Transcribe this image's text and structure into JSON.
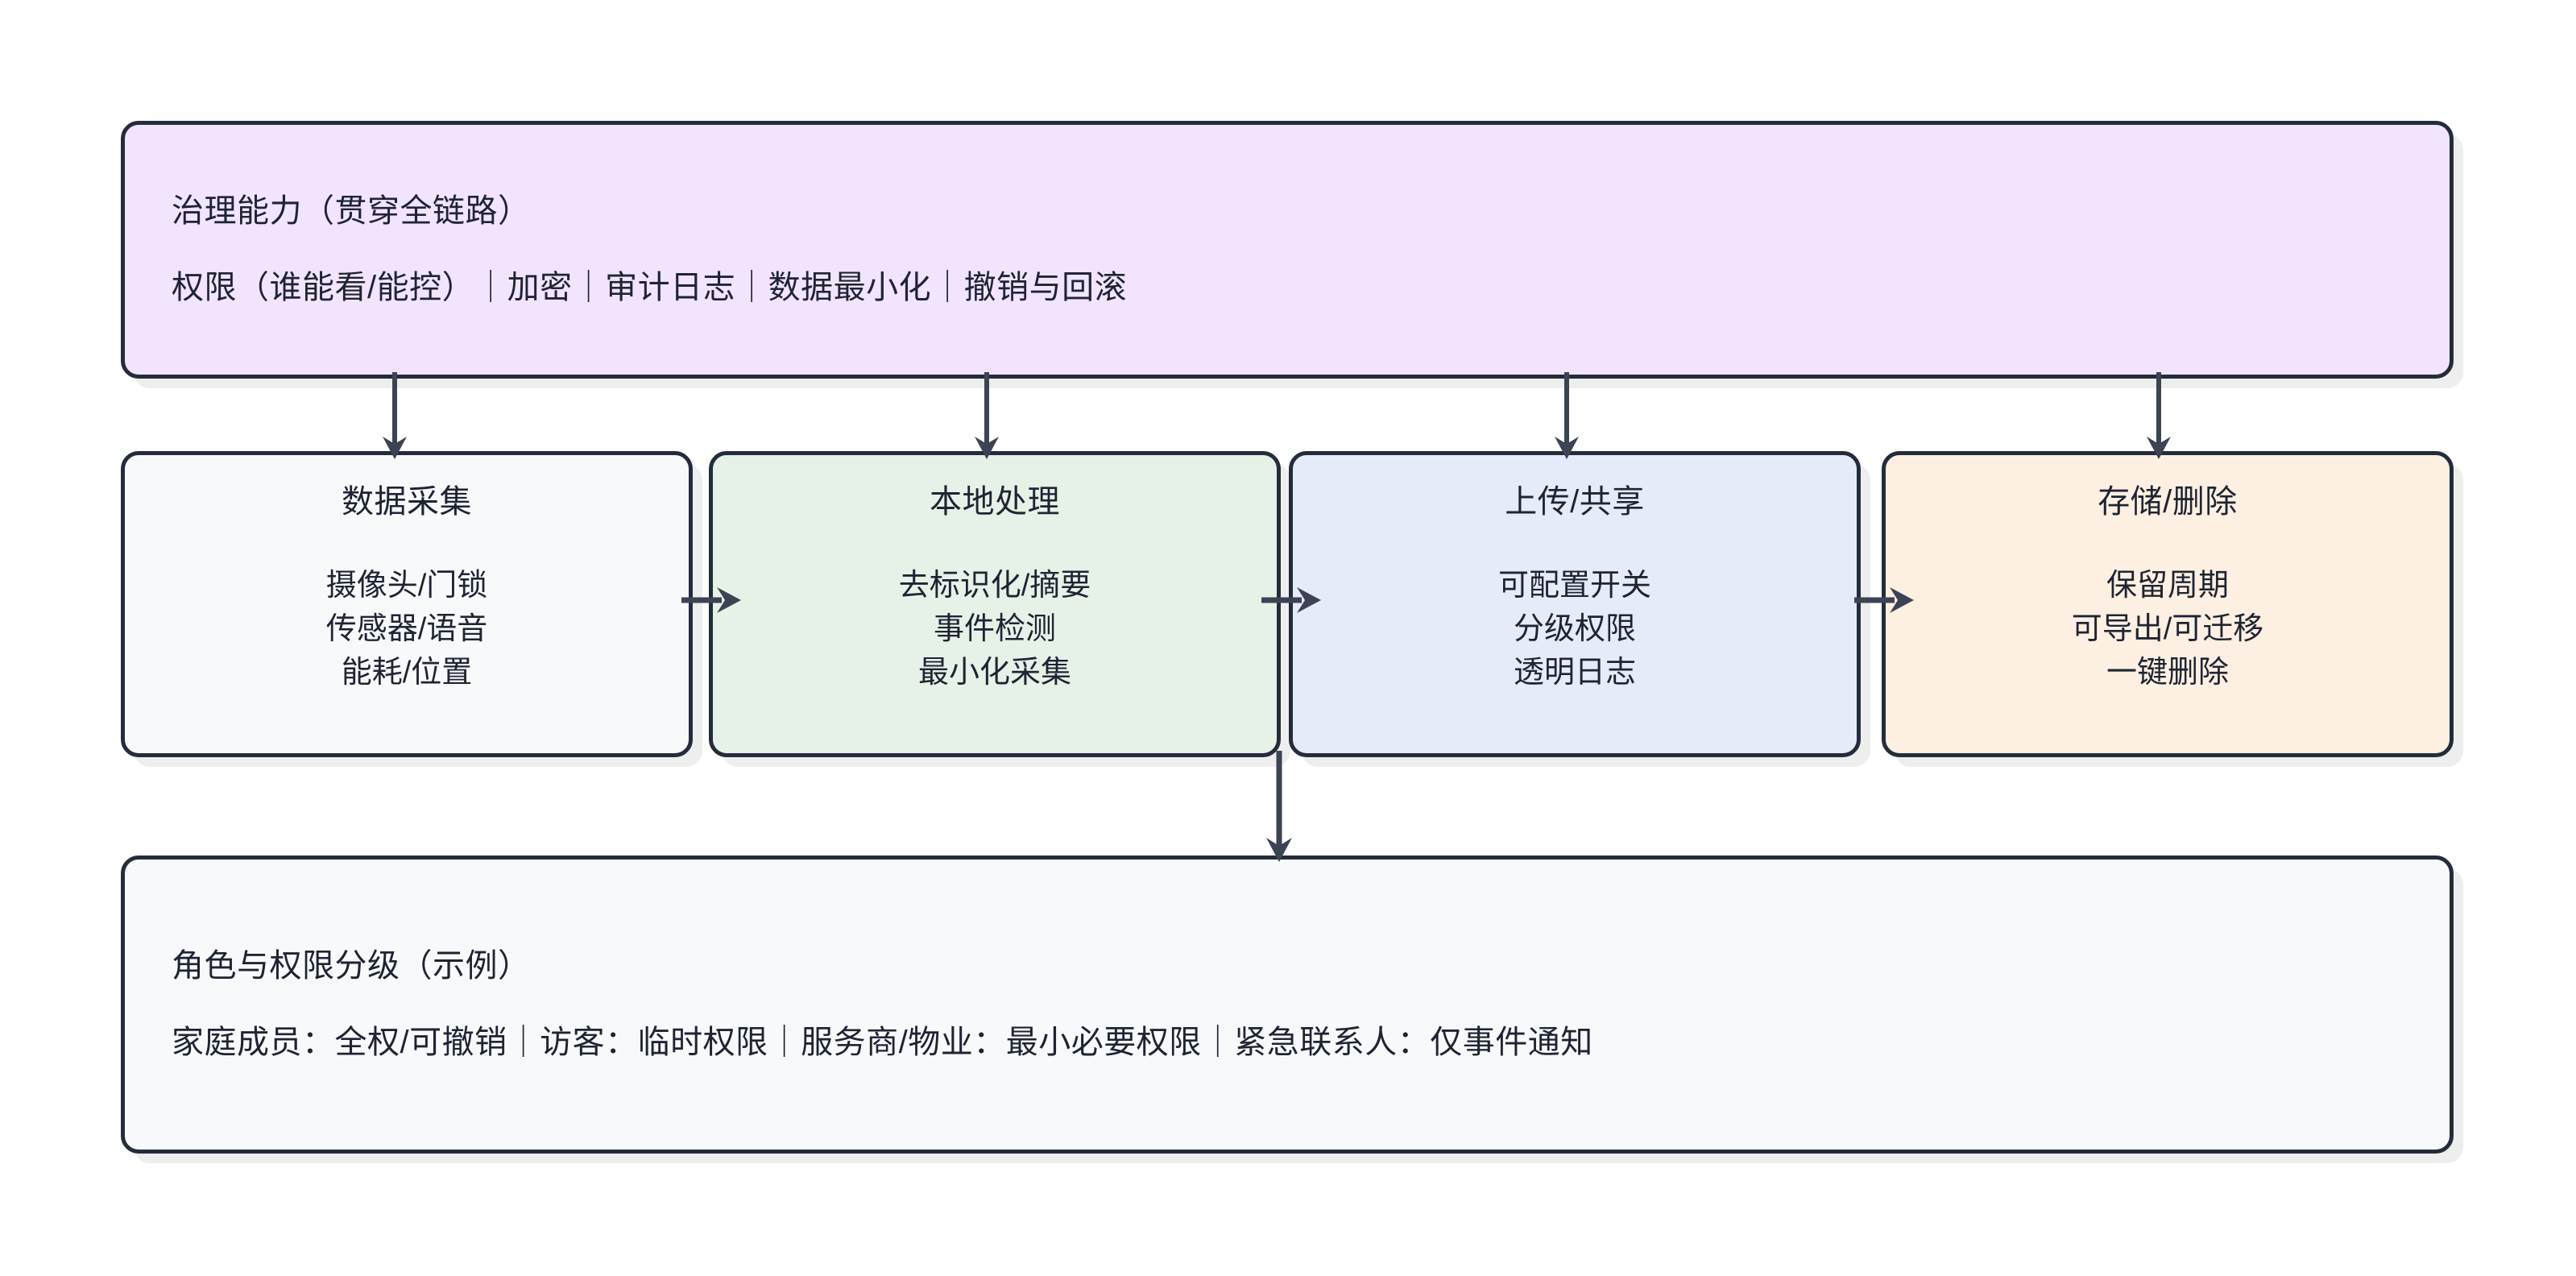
{
  "diagram": {
    "type": "flowchart",
    "orientation": "horizontal-pipeline-with-banners",
    "accent_colors": {
      "governance_fill": "#f2e4fd",
      "collect_fill": "#f7f9fb",
      "process_fill": "#e6f2e8",
      "upload_fill": "#e6ebfa",
      "storage_fill": "#fdf0e3",
      "roles_fill": "#f7f9fb",
      "stroke": "#242c3c",
      "text": "#1f2433"
    }
  },
  "governance_banner": {
    "title": "治理能力（贯穿全链路）",
    "detail": "权限（谁能看/能控）｜加密｜审计日志｜数据最小化｜撤销与回滚"
  },
  "stages": [
    {
      "id": "collect",
      "title": "数据采集",
      "lines": [
        "摄像头/门锁",
        "传感器/语音",
        "能耗/位置"
      ]
    },
    {
      "id": "process",
      "title": "本地处理",
      "lines": [
        "去标识化/摘要",
        "事件检测",
        "最小化采集"
      ]
    },
    {
      "id": "upload",
      "title": "上传/共享",
      "lines": [
        "可配置开关",
        "分级权限",
        "透明日志"
      ]
    },
    {
      "id": "storage",
      "title": "存储/删除",
      "lines": [
        "保留周期",
        "可导出/可迁移",
        "一键删除"
      ]
    }
  ],
  "roles_banner": {
    "title": "角色与权限分级（示例）",
    "detail": "家庭成员：全权/可撤销｜访客：临时权限｜服务商/物业：最小必要权限｜紧急联系人：仅事件通知"
  },
  "edges": [
    {
      "id": "gov-collect",
      "from": "governance",
      "to": "collect",
      "direction": "down"
    },
    {
      "id": "gov-process",
      "from": "governance",
      "to": "process",
      "direction": "down"
    },
    {
      "id": "gov-upload",
      "from": "governance",
      "to": "upload",
      "direction": "down"
    },
    {
      "id": "gov-storage",
      "from": "governance",
      "to": "storage",
      "direction": "down"
    },
    {
      "id": "collect-process",
      "from": "collect",
      "to": "process",
      "direction": "right"
    },
    {
      "id": "process-upload",
      "from": "process",
      "to": "upload",
      "direction": "right"
    },
    {
      "id": "upload-storage",
      "from": "upload",
      "to": "storage",
      "direction": "right"
    },
    {
      "id": "pipeline-roles",
      "from": "pipeline",
      "to": "roles",
      "direction": "down"
    }
  ]
}
